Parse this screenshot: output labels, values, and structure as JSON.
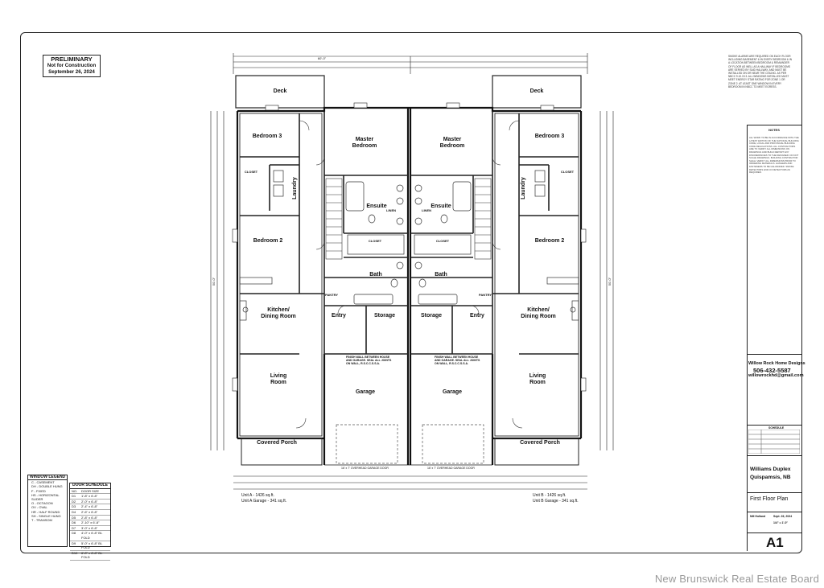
{
  "stamp": {
    "line1": "PRELIMINARY",
    "line2": "Not for Construction",
    "line3": "September 26, 2024"
  },
  "rooms": {
    "deck_left": "Deck",
    "deck_right": "Deck",
    "bedroom3_left": "Bedroom 3",
    "bedroom3_right": "Bedroom 3",
    "master_left": "Master\nBedroom",
    "master_right": "Master\nBedroom",
    "laundry_left": "Laundry",
    "laundry_right": "Laundry",
    "ensuite_left": "Ensuite",
    "ensuite_right": "Ensuite",
    "bedroom2_left": "Bedroom 2",
    "bedroom2_right": "Bedroom 2",
    "bath_left": "Bath",
    "bath_right": "Bath",
    "kitchen_left": "Kitchen/\nDining Room",
    "kitchen_right": "Kitchen/\nDining Room",
    "entry_left": "Entry",
    "entry_right": "Entry",
    "storage_left": "Storage",
    "storage_right": "Storage",
    "living_left": "Living\nRoom",
    "living_right": "Living\nRoom",
    "garage_left": "Garage",
    "garage_right": "Garage",
    "porch_left": "Covered Porch",
    "porch_right": "Covered Porch",
    "closet": "CLOSET",
    "linen": "LINEN",
    "pantry": "PANTRY"
  },
  "dimensions": {
    "overall": "60'-0\"",
    "left_depth": "50'-0\"",
    "right_depth": "50'-0\""
  },
  "fire_wall_note": "FINISH WALL BETWEEN HOUSE AND GARAGE. SEAL ALL JOINTS ON WALL, R.S.C.C.S.S.A.",
  "garage_door_note": "16' x 7' OVERHEAD GARAGE DOOR",
  "unit_info": {
    "unit_a": "Unit A - 1426 sq.ft.",
    "unit_a_garage": "Unit A Garage - 341 sq.ft.",
    "unit_b": "Unit B - 1426 sq.ft.",
    "unit_b_garage": "Unit B Garage - 341 sq.ft."
  },
  "notes_top": "SMOKE ALARMS ARE REQUIRED ON EACH FLOOR INCLUDING BASEMENT & IN EVERY BEDROOM & IN A LOCATION BETWEEN BEDROOM & REMAINDER OF FLOOR AS WELL AS A HALLWAY IF BEDROOMS ARE SERVED BY SAID HALLWAY, AND MUST BE INSTALLED ON OR NEAR THE CEILING. AS PER NBCC 9.10.19.3. ALL WINDOWS INSTALLED MUST MEET ENERGY STAR RATING FOR ZONE 1 OR ZONE 2. AT LEAST ONE WINDOW IN EVERY BEDROOM IN NBCC TO MEET EGRESS.",
  "title_block": {
    "notes_header": "NOTES",
    "notes_body": "ALL WORK TO BE IN ACCORDANCE WITH THE LATEST EDITION OF THE NATIONAL BUILDING CODE, LOCAL AND PROVINCIAL BUILDING CODE REGULATIONS. ALL CONTRACTORS ARE TO VERIFY ALL DIMENSIONS ON DRAWINGS AND BUILD REPORT ANY DISCREPANCIES TO THE DESIGNER. DO NOT SCALE DRAWINGS. BUILDING CONTRACTOR SHALL VERIFY ALL DIMENSIONS PRIOR TO ORDERING MATERIALS. HANGERS AND FASTENERS TO BE GALVANIZED. SMOKE DETECTORS AND CO DETECTORS AS REQUIRED.",
    "designer_label": "Willow Rock Home Designs",
    "designer_phone": "506-432-5587",
    "designer_email": "willowrockhd@gmail.com",
    "schedule_label": "SCHEDULE",
    "project_name": "Williams Duplex",
    "project_location": "Quispamsis, NB",
    "sheet_title": "First Floor Plan",
    "drawn_by": "NM Holland",
    "date": "Sept. 26, 2024",
    "scale": "1/4\" = 1'-0\"",
    "sheet_number": "A1"
  },
  "window_legend": {
    "title": "WINDOW LEGEND",
    "items": [
      "C - CASEMENT",
      "DH - DOUBLE HUNG",
      "F - FIXED",
      "HS - HORIZONTAL SLIDER",
      "O - OCTAGON",
      "OV - OVAL",
      "HR - HALF ROUND",
      "SH - SINGLE HUNG",
      "T - TRANSOM"
    ]
  },
  "door_schedule": {
    "title": "DOOR SCHEDULE",
    "header": [
      "NO.",
      "DOOR SIZE"
    ],
    "rows": [
      [
        "D1",
        "1'-8\" x 6'-8\""
      ],
      [
        "D2",
        "2'-0\" x 6'-8\""
      ],
      [
        "D3",
        "2'-4\" x 6'-8\""
      ],
      [
        "D4",
        "2'-6\" x 6'-8\""
      ],
      [
        "D5",
        "2'-8\" x 6'-8\""
      ],
      [
        "D6",
        "2'-10\" x 6'-8\""
      ],
      [
        "D7",
        "3'-0\" x 6'-8\""
      ],
      [
        "D8",
        "4'-0\" x 6'-8\" BI-FOLD"
      ],
      [
        "D9",
        "5'-0\" x 6'-8\" BI-FOLD"
      ],
      [
        "D10",
        "6'-0\" x 6'-8\" BI-FOLD"
      ]
    ]
  },
  "watermark": "New Brunswick Real Estate Board"
}
